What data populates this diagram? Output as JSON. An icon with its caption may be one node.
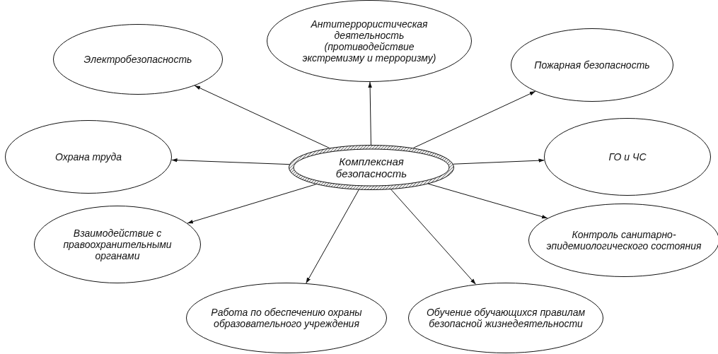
{
  "diagram": {
    "nodes": [
      {
        "text": [
          "Комплексная безопасность"
        ]
      },
      {
        "text": [
          "Электробезопасность"
        ]
      },
      {
        "text": [
          "Антитеррористическая деятельность (противодействие экстремизму и терроризму)"
        ]
      },
      {
        "text": [
          "Пожарная безопасность"
        ]
      },
      {
        "text": [
          "Охрана труда"
        ]
      },
      {
        "text": [
          "ГО и ЧС"
        ]
      },
      {
        "text": [
          "Взаимодействие с правоохранительными органами"
        ]
      },
      {
        "text": [
          "Контроль санитарно-эпидемиологического состояния"
        ]
      },
      {
        "text": [
          "Работа по обеспечению охраны образовательного учреждения"
        ]
      },
      {
        "text": [
          "Обучение обучающихся правилам безопасной жизнедеятельности"
        ]
      }
    ],
    "edges": [
      {
        "from": 0,
        "to": 1,
        "arrow": "to"
      },
      {
        "from": 0,
        "to": 2,
        "arrow": "to"
      },
      {
        "from": 0,
        "to": 3,
        "arrow": "to"
      },
      {
        "from": 0,
        "to": 4,
        "arrow": "to"
      },
      {
        "from": 0,
        "to": 5,
        "arrow": "to"
      },
      {
        "from": 0,
        "to": 6,
        "arrow": "to"
      },
      {
        "from": 0,
        "to": 7,
        "arrow": "to"
      },
      {
        "from": 0,
        "to": 8,
        "arrow": "to"
      },
      {
        "from": 0,
        "to": 9,
        "arrow": "to"
      }
    ]
  }
}
